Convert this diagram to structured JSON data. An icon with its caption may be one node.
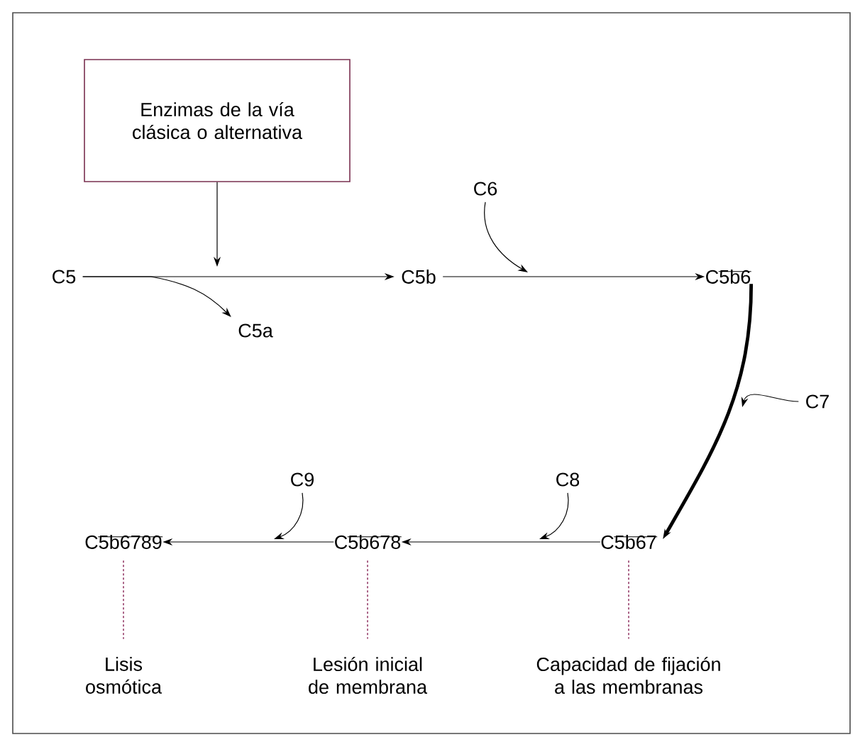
{
  "diagram": {
    "nodes": [
      {
        "text": [
          "Enzimas de la vía clásica o alternativa"
        ]
      },
      {
        "text": [
          "C5"
        ]
      },
      {
        "text": [
          "C5b"
        ]
      },
      {
        "text": [
          "C5a"
        ]
      },
      {
        "text": [
          "C6"
        ]
      },
      {
        "text": [
          "C5b6"
        ]
      },
      {
        "text": [
          "C7"
        ]
      },
      {
        "text": [
          "C5b67"
        ]
      },
      {
        "text": [
          "C8"
        ]
      },
      {
        "text": [
          "C5b678"
        ]
      },
      {
        "text": [
          "C9"
        ]
      },
      {
        "text": [
          "C5b6789"
        ]
      },
      {
        "text": [
          "Lisis osmótica"
        ]
      },
      {
        "text": [
          "Lesión inicial de membrana"
        ]
      },
      {
        "text": [
          "Capacidad de fijación a las membranas"
        ]
      }
    ],
    "edges": [
      {
        "from": 1,
        "to": 2,
        "arrow": "to"
      },
      {
        "from": 0,
        "to": null,
        "arrow": "to"
      },
      {
        "from": 1,
        "to": 3,
        "arrow": "to"
      },
      {
        "from": 2,
        "to": 5,
        "arrow": "to"
      },
      {
        "from": 4,
        "to": null,
        "arrow": "to"
      },
      {
        "from": 5,
        "to": 7,
        "arrow": "to",
        "style": "thick"
      },
      {
        "from": 6,
        "to": null,
        "arrow": "to"
      },
      {
        "from": 7,
        "to": 9,
        "arrow": "to"
      },
      {
        "from": 8,
        "to": null,
        "arrow": "to"
      },
      {
        "from": 9,
        "to": 11,
        "arrow": "to"
      },
      {
        "from": 10,
        "to": null,
        "arrow": "to"
      },
      {
        "from": 11,
        "to": 12,
        "arrow": "none",
        "style": "dashed",
        "color": "#a05078"
      },
      {
        "from": 9,
        "to": 13,
        "arrow": "none",
        "style": "dashed",
        "color": "#a05078"
      },
      {
        "from": 7,
        "to": 14,
        "arrow": "none",
        "style": "dashed",
        "color": "#a05078"
      }
    ]
  }
}
